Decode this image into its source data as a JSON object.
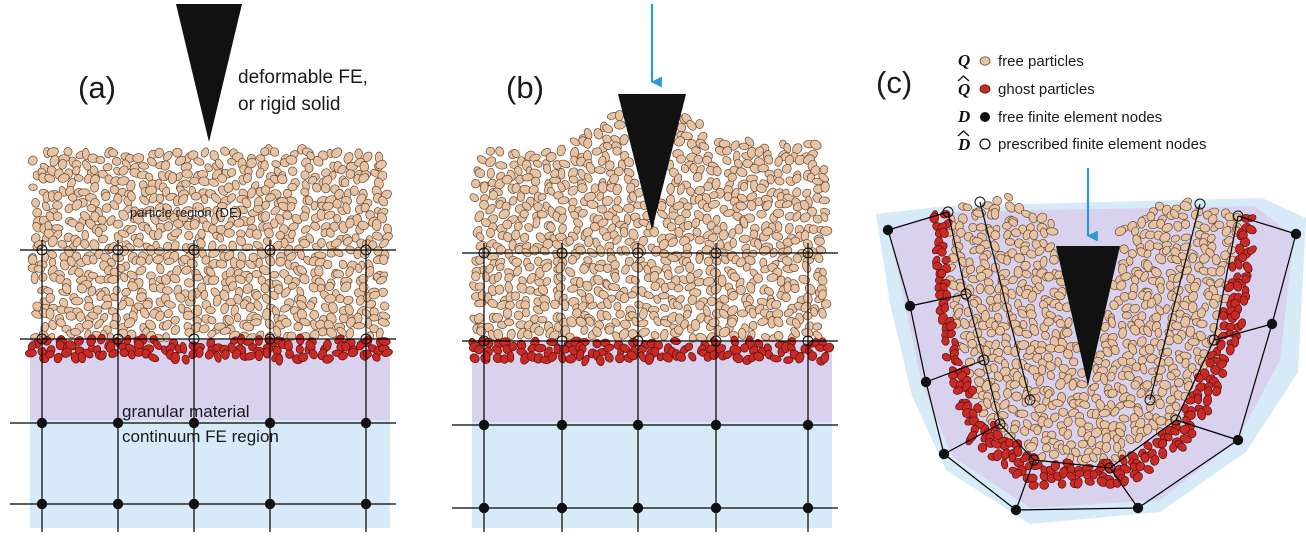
{
  "panels": {
    "a": {
      "label": "(a)",
      "indenter_text": [
        "deformable FE,",
        "or rigid solid"
      ],
      "particle_region_text": "particle region (DE)",
      "continuum_text": [
        "granular material",
        "continuum FE region"
      ]
    },
    "b": {
      "label": "(b)"
    },
    "c": {
      "label": "(c)"
    }
  },
  "legend": {
    "items": [
      {
        "symbol": "Q",
        "hat": false,
        "marker": "free-particle",
        "text": "free particles"
      },
      {
        "symbol": "Q",
        "hat": true,
        "marker": "ghost-particle",
        "text": "ghost particles"
      },
      {
        "symbol": "D",
        "hat": false,
        "marker": "free-node",
        "text": "free finite element nodes"
      },
      {
        "symbol": "D",
        "hat": true,
        "marker": "prescribed-node",
        "text": "prescribed finite element nodes"
      }
    ]
  },
  "colors": {
    "particle_fill": "#e6c3a5",
    "ghost_fill": "#c92a24",
    "lavender": "#d9d2ee",
    "light_blue": "#d6eaf7",
    "arrow": "#2a9bd3",
    "indenter": "#111111"
  }
}
